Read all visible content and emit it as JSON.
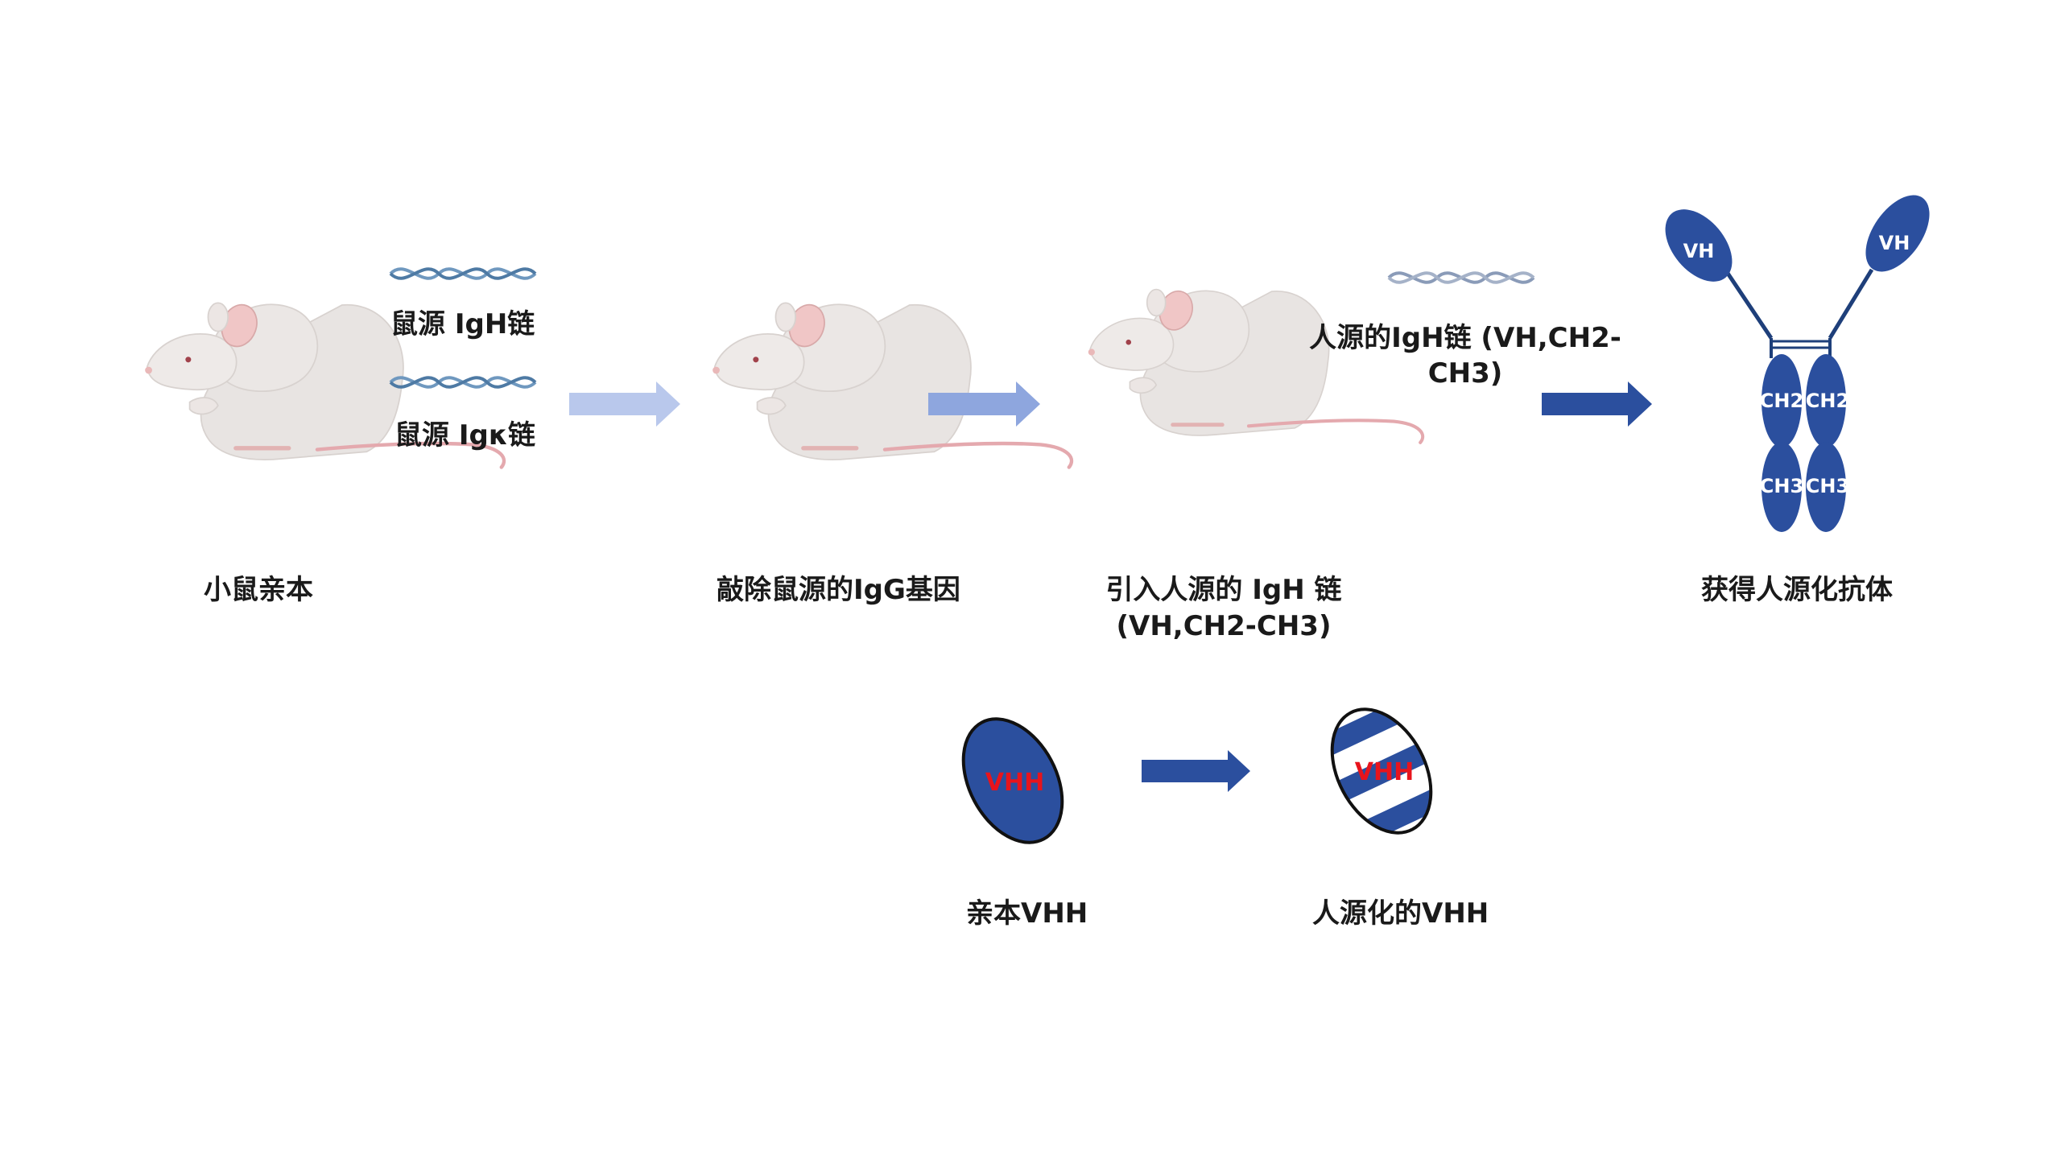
{
  "labels": {
    "mouse_parent": "小鼠亲本",
    "knockout": "敲除鼠源的IgG基因",
    "introduce_line1": "引入人源的 IgH 链",
    "introduce_line2": "(VH,CH2-CH3)",
    "result": "获得人源化抗体",
    "igh_mouse": "鼠源 IgH链",
    "igk_mouse": "鼠源 Igκ链",
    "igh_human_line1": "人源的IgH链 (VH,CH2-",
    "igh_human_line2": "CH3)",
    "parent_vhh": "亲本VHH",
    "humanized_vhh": "人源化的VHH"
  },
  "antibody": {
    "vh_left": "VH",
    "vh_right": "VH",
    "ch2_left": "CH2",
    "ch2_right": "CH2",
    "ch3_left": "CH3",
    "ch3_right": "CH3"
  },
  "vhh": {
    "parent": "VHH",
    "humanized": "VHH"
  },
  "colors": {
    "antibody_blue": "#2b4f9e",
    "arrow_light": "#b9c8ec",
    "arrow_mid": "#8ea6de",
    "arrow_dark": "#2b4f9e",
    "dna_mouse": "#6f98bf",
    "dna_human": "#8a9bb8",
    "vhh_label_red": "#e8141c"
  }
}
